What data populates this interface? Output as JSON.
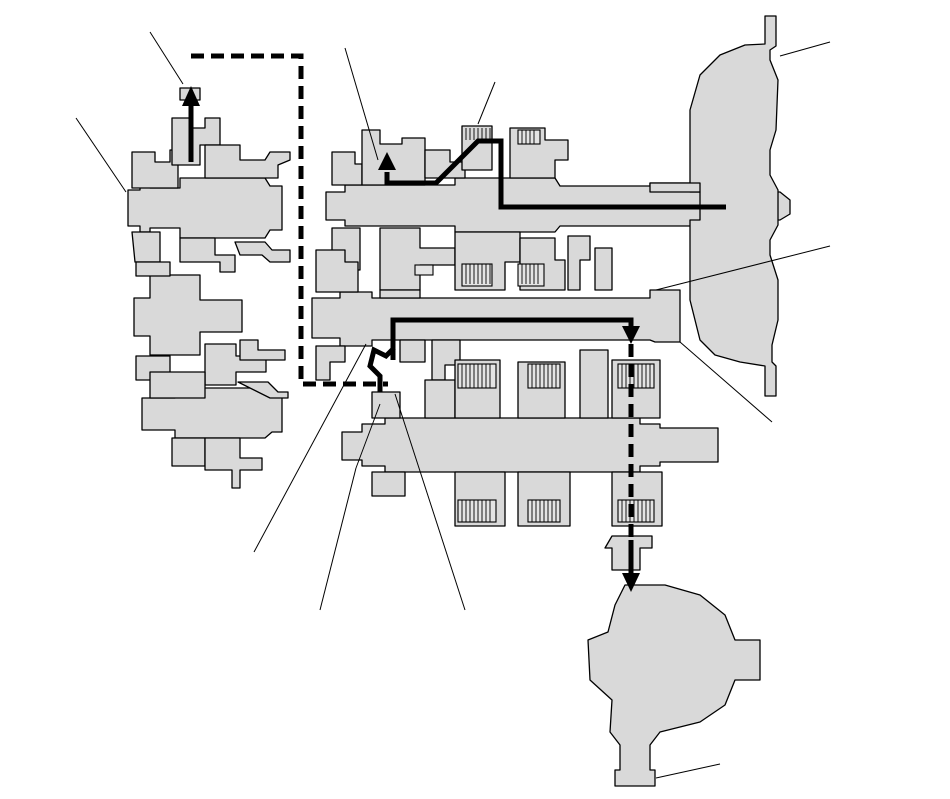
{
  "diagram": {
    "type": "transmission power-flow cross-section",
    "colors": {
      "background": "#ffffff",
      "component_fill": "#d9d9d9",
      "outline": "#000000",
      "power_flow": "#000000"
    },
    "legend": {
      "solid_path": "power-flow-solid",
      "dashed_path": "power-flow-dashed"
    },
    "leader_line_count": 12
  }
}
